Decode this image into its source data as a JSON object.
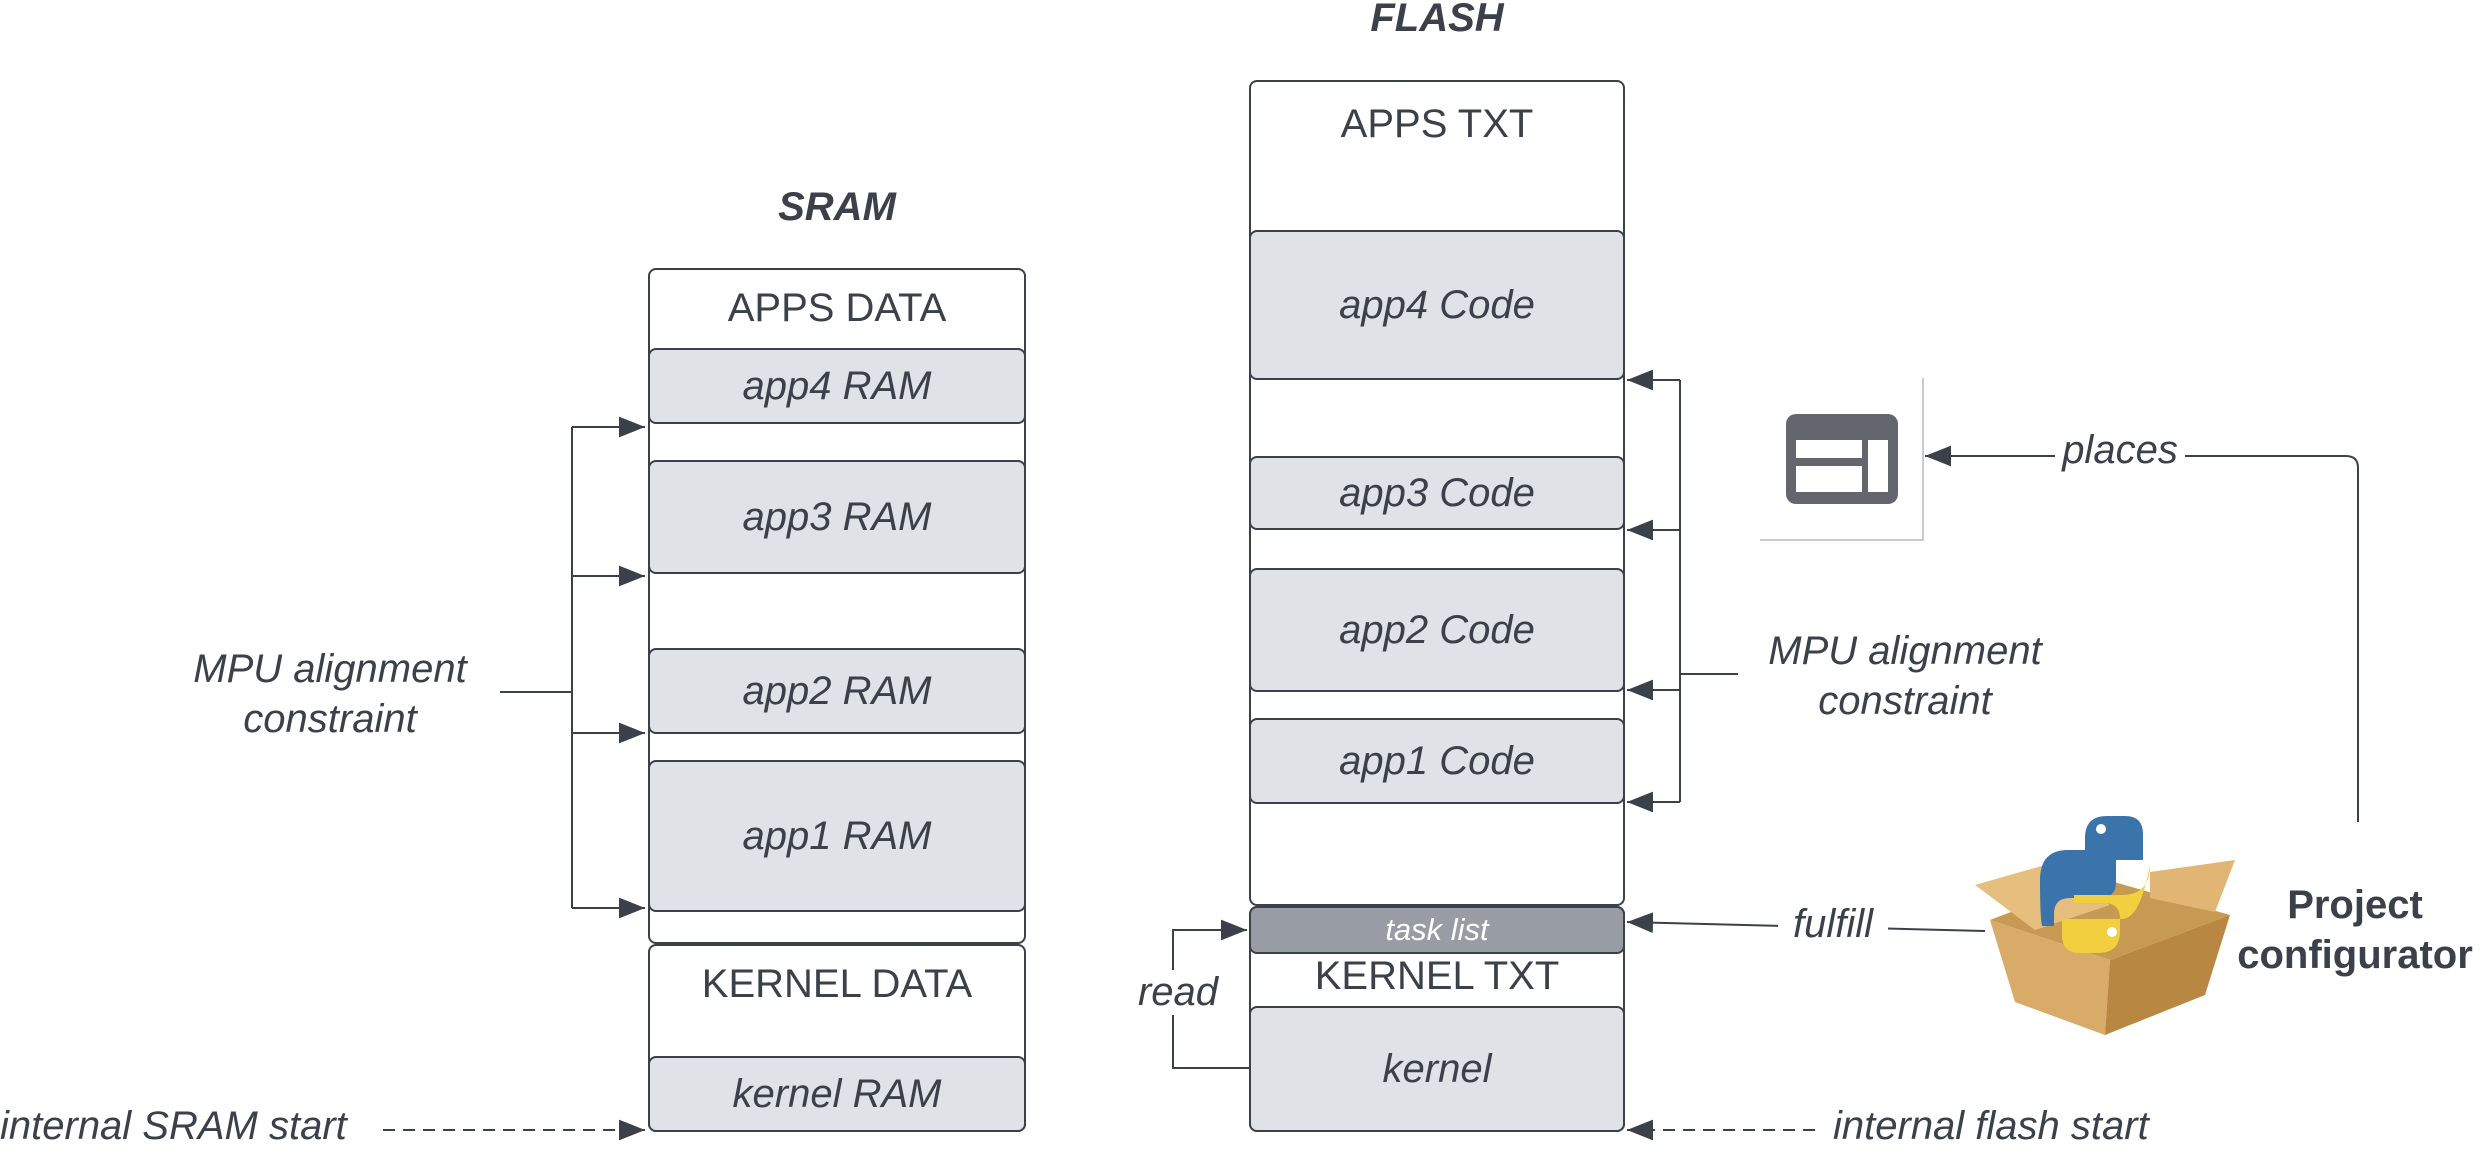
{
  "sram": {
    "title": "SRAM",
    "apps_data": "APPS DATA",
    "app4": "app4 RAM",
    "app3": "app3 RAM",
    "app2": "app2 RAM",
    "app1": "app1 RAM",
    "kernel_data": "KERNEL DATA",
    "kernel_ram": "kernel RAM",
    "mpu_line1": "MPU alignment",
    "mpu_line2": "constraint",
    "start": "internal SRAM start"
  },
  "flash": {
    "title": "FLASH",
    "apps_txt": "APPS TXT",
    "app4": "app4 Code",
    "app3": "app3 Code",
    "app2": "app2 Code",
    "app1": "app1 Code",
    "task_list": "task list",
    "kernel_txt": "KERNEL TXT",
    "kernel": "kernel",
    "read": "read",
    "mpu_line1": "MPU alignment",
    "mpu_line2": "constraint",
    "start": "internal flash start"
  },
  "configurator": {
    "places": "places",
    "fulfill": "fulfill",
    "name_line1": "Project",
    "name_line2": "configurator"
  },
  "colors": {
    "stroke": "#3a414a",
    "block_fill": "#dfe2e7",
    "task_list_fill": "#979ca5"
  },
  "icons": [
    "layout-window-icon",
    "python-package-icon"
  ]
}
